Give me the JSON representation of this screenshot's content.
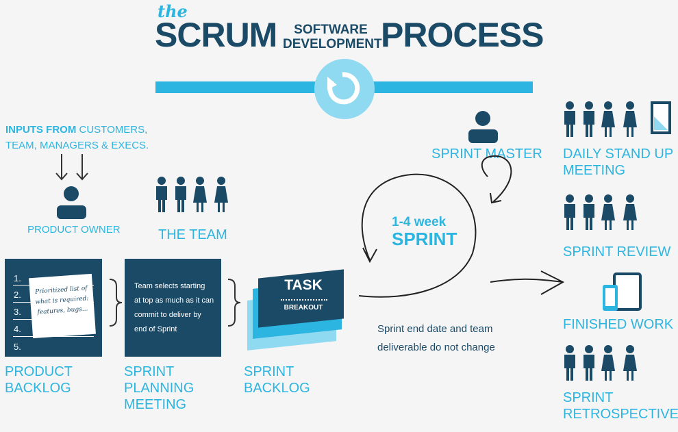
{
  "title": {
    "the": "the",
    "scrum": "SCRUM",
    "software": "SOFTWARE",
    "development": "DEVELOPMENT",
    "process": "PROCESS"
  },
  "inputs": {
    "prefix": "INPUTS FROM",
    "line1": "CUSTOMERS,",
    "line2": "TEAM, MANAGERS & EXECS."
  },
  "roles": {
    "product_owner": "PRODUCT OWNER",
    "team": "THE TEAM",
    "sprint_master": "SPRINT MASTER"
  },
  "product_backlog": {
    "numbers": [
      "1.",
      "2.",
      "3.",
      "4.",
      "5."
    ],
    "note_lines": [
      "Prioritized list of",
      "what is required:",
      "features, bugs..."
    ],
    "label_line1": "PRODUCT",
    "label_line2": "BACKLOG"
  },
  "sprint_planning": {
    "text_lines": [
      "Team selects starting",
      "at top as much as it can",
      "commit to deliver by",
      "end of Sprint"
    ],
    "label_line1": "SPRINT",
    "label_line2": "PLANNING",
    "label_line3": "MEETING"
  },
  "sprint_backlog": {
    "task": "TASK",
    "breakout": "BREAKOUT",
    "label_line1": "SPRINT",
    "label_line2": "BACKLOG"
  },
  "sprint": {
    "duration": "1-4 week",
    "name": "SPRINT",
    "note_line1": "Sprint end date and team",
    "note_line2": "deliverable do not change"
  },
  "right": {
    "daily_line1": "DAILY STAND UP",
    "daily_line2": "MEETING",
    "review": "SPRINT REVIEW",
    "finished": "FINISHED WORK",
    "retro_line1": "SPRINT",
    "retro_line2": "RETROSPECTIVE"
  },
  "colors": {
    "navy": "#1b4a67",
    "cyan": "#2cb5e0",
    "light_cyan": "#8fd9f1"
  }
}
